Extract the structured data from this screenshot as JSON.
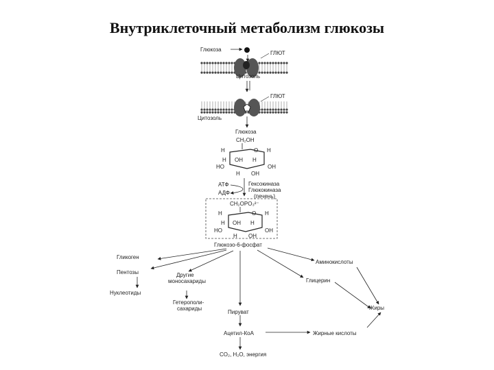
{
  "title": "Внутриклеточный метаболизм глюкозы",
  "membrane_top": {
    "glucose": "Глюкоза",
    "transporter": "ГЛЮТ",
    "cytosol": "Цитозоль"
  },
  "membrane_bottom": {
    "transporter": "ГЛЮТ",
    "cytosol": "Цитозоль"
  },
  "glucose": {
    "name": "Глюкоза",
    "ch2oh": "CH₂OH",
    "ring": {
      "h_tl": "H",
      "o": "O",
      "h_tr": "H",
      "oh_l": "OH",
      "h_m": "H",
      "h_l": "H",
      "ho": "HO",
      "oh_r": "OH",
      "h_b": "H",
      "oh_b": "OH"
    }
  },
  "enzyme": {
    "atp": "АТФ",
    "adp": "АДФ",
    "name": "Гексокиназа",
    "name2": "Глюкокиназа",
    "note": "(печень)"
  },
  "g6p": {
    "ch2opo3": "CH₂OPO₃²⁻",
    "ring": {
      "h_tl": "H",
      "o": "O",
      "h_tr": "H",
      "oh_l": "OH",
      "h_m": "H",
      "h_l": "H",
      "ho": "HO",
      "oh_r": "OH",
      "h_b": "H",
      "oh_b": "OH"
    },
    "name": "Глюкозо-6-фосфат"
  },
  "products": {
    "glycogen": "Гликоген",
    "pentoses": "Пентозы",
    "nucleotides": "Нуклеотиды",
    "other_mono": "Другие моносахариды",
    "heteropoly": "Гетерополисахариды",
    "pyruvate": "Пируват",
    "acetyl_coa": "Ацетил-КоА",
    "final": "CO₂, H₂O, энергия",
    "amino_acids": "Аминокислоты",
    "glycerol": "Глицерин",
    "fats": "Жиры",
    "fatty_acids": "Жирные кислоты"
  }
}
